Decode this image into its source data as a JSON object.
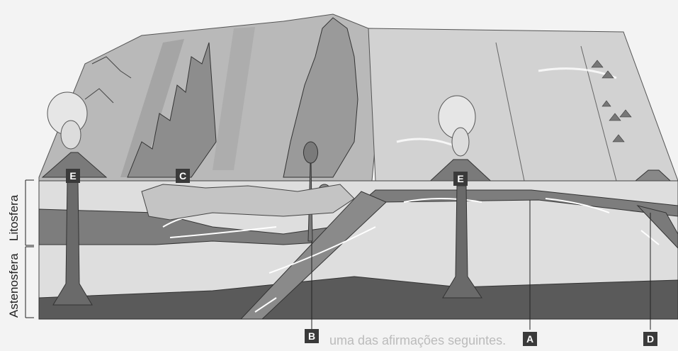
{
  "labels": {
    "A": "A",
    "B": "B",
    "C": "C",
    "D": "D",
    "E_left": "E",
    "E_right": "E"
  },
  "side_labels": {
    "litosfera": "Litosfera",
    "astenosfera": "Astenosfera"
  },
  "bleed_text": {
    "line1": "uma das afirmações seguintes."
  }
}
